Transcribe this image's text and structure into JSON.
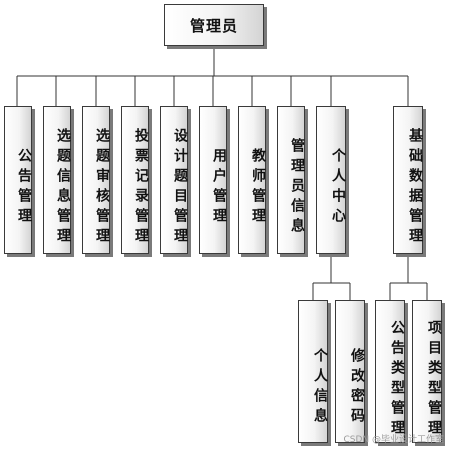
{
  "root": {
    "label": "管理员"
  },
  "modules": [
    {
      "label": "公告管理"
    },
    {
      "label": "选题信息管理"
    },
    {
      "label": "选题审核管理"
    },
    {
      "label": "投票记录管理"
    },
    {
      "label": "设计题目管理"
    },
    {
      "label": "用户管理"
    },
    {
      "label": "教师管理"
    },
    {
      "label": "管理员信息"
    },
    {
      "label": "个人中心"
    },
    {
      "label": "基础数据管理"
    }
  ],
  "personal_center_children": [
    {
      "label": "个人信息"
    },
    {
      "label": "修改密码"
    }
  ],
  "basic_data_children": [
    {
      "label": "公告类型管理"
    },
    {
      "label": "项目类型管理"
    }
  ],
  "watermark": "CSDN @毕业设计工作室"
}
